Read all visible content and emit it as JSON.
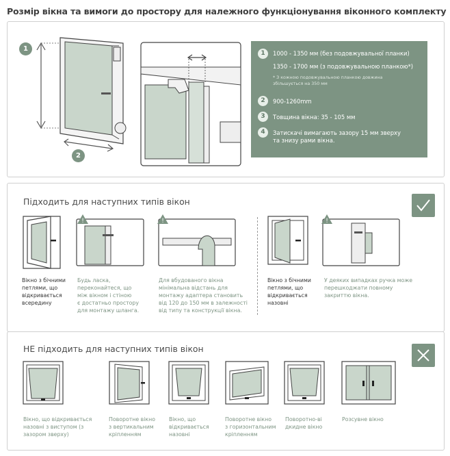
{
  "title": "Розмір вікна та вимоги до простору для належного функціонування віконного комплекту",
  "top": {
    "badges": [
      "1",
      "2",
      "3"
    ],
    "specs": [
      {
        "num": "1",
        "line1": "1000 - 1350 мм (без подовжувальної планки)",
        "line2": "1350 - 1700 мм (з подовжувальною планкою*)",
        "note1": "* З кожною подовжувальною планкою довжина",
        "note2": "збільшується на 350 мм"
      },
      {
        "num": "2",
        "line1": "900-1260mm"
      },
      {
        "num": "3",
        "line1": "Товщина вікна: 35 - 105 мм"
      },
      {
        "num": "4",
        "line1": "Затискачі вимагають зазору 15 мм зверху",
        "line2": "та знизу рами вікна."
      }
    ]
  },
  "suitable": {
    "title": "Підходить для наступних типів вікон",
    "items": [
      {
        "l1": "Вікно з бічними",
        "l2": "петлями, що",
        "l3": "відкривається",
        "l4": "всередину"
      },
      {
        "l1": "Будь ласка,",
        "l2": "переконайтеся, що",
        "l3": "між вікном і стіною",
        "l4": "є достатньо простору",
        "l5": "для монтажу шланга."
      },
      {
        "l1": "Для вбудованого вікна",
        "l2": "мінімальна відстань для",
        "l3": "монтажу адаптера становить",
        "l4": "від 120 до 150 мм в залежності",
        "l5": "від типу та конструкції вікна."
      },
      {
        "l1": "Вікно з бічними",
        "l2": "петлями, що",
        "l3": "відкривається",
        "l4": "назовні"
      },
      {
        "l1": "У деяких випадках ручка може",
        "l2": "перешкоджати повному",
        "l3": "закриттю вікна."
      }
    ]
  },
  "unsuitable": {
    "title": "НЕ підходить для наступних типів вікон",
    "items": [
      {
        "l1": "Вікно, що відкривається",
        "l2": "назовні з виступом (з",
        "l3": "зазором зверху)"
      },
      {
        "l1": "Поворотне вікно",
        "l2": "з вертикальним",
        "l3": "кріпленням"
      },
      {
        "l1": "Вікно, що",
        "l2": "відкривається",
        "l3": "назовні"
      },
      {
        "l1": "Поворотне вікно",
        "l2": "з горизонтальним",
        "l3": "кріпленням"
      },
      {
        "l1": "Поворотно-ві",
        "l2": "дкидне вікно"
      },
      {
        "l1": "Розсувне вікно"
      }
    ]
  },
  "colors": {
    "accent": "#7d9483",
    "border": "#cfcfcf",
    "text": "#4a4a4a"
  }
}
